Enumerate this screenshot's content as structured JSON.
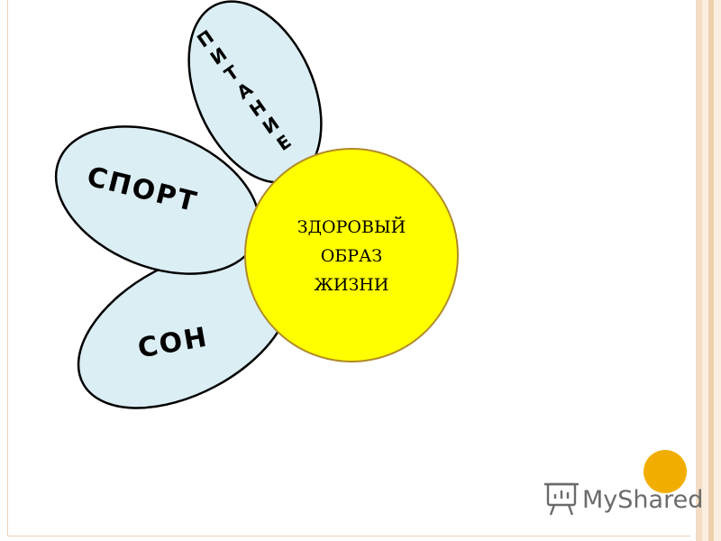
{
  "diagram": {
    "petals": [
      {
        "id": "nutrition",
        "label": "ПИТАНИЕ",
        "letters": [
          "П",
          "И",
          "Т",
          "А",
          "Н",
          "И",
          "Е"
        ]
      },
      {
        "id": "sport",
        "label": "СПОРТ"
      },
      {
        "id": "sleep",
        "label": "СОН"
      }
    ],
    "center": {
      "lines": [
        "ЗДОРОВЫЙ",
        "ОБРАЗ",
        "ЖИЗНИ"
      ]
    }
  },
  "watermark": {
    "text": "MyShared",
    "icon": "presentation-board-icon"
  },
  "colors": {
    "petal_fill": "#dbeef4",
    "center_fill": "#ffff00",
    "accent_dot": "#f2ae00",
    "frame_stripe": "#f4ddc5"
  }
}
